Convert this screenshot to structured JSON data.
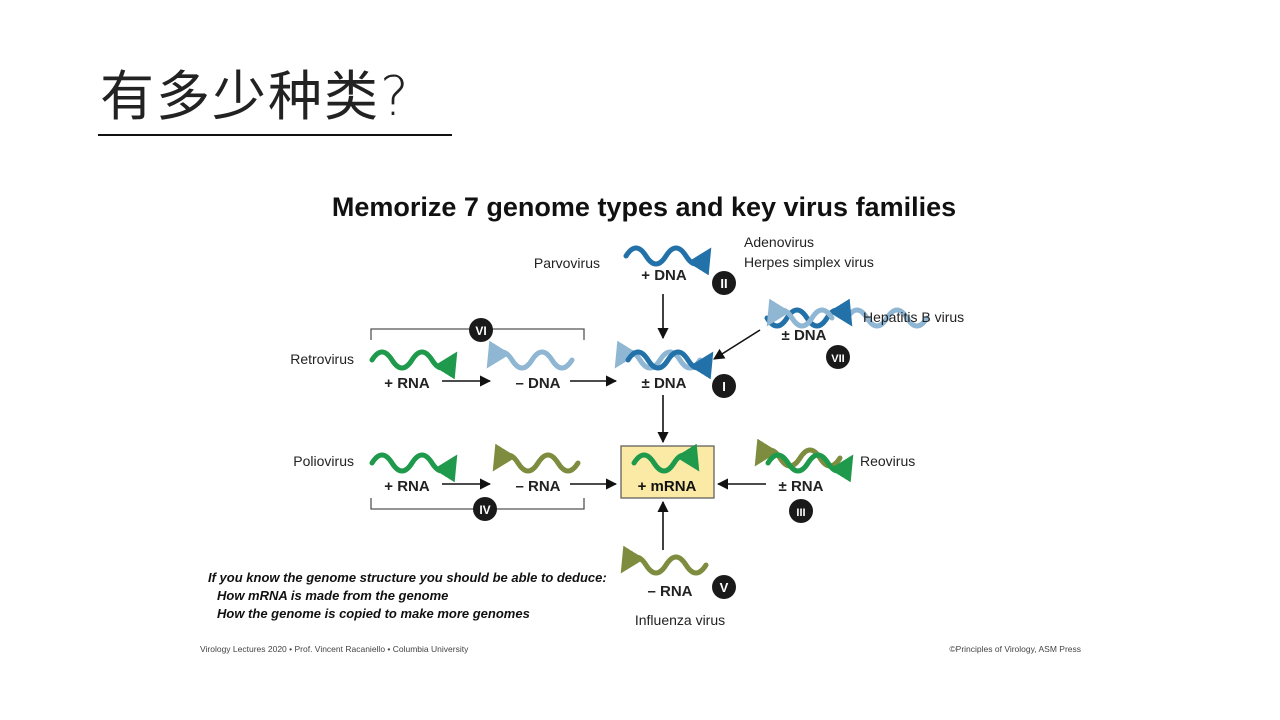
{
  "slide": {
    "title": "有多少种类?"
  },
  "figure": {
    "heading": "Memorize 7 genome types and key virus families",
    "colors": {
      "dna": "#2271a8",
      "dna_light": "#8fb6d2",
      "rna": "#1f9a4c",
      "rna_minus": "#7d8c3e",
      "mrna_box": "#fbeaa6",
      "badge": "#1a1a1a"
    },
    "nodes": {
      "plus_dna": {
        "label": "+ DNA"
      },
      "pm_dna_center": {
        "label": "± DNA"
      },
      "pm_dna_hepb": {
        "label": "± DNA"
      },
      "plus_rna_retro": {
        "label": "+ RNA"
      },
      "minus_dna_retro": {
        "label": "– DNA"
      },
      "plus_rna_polio": {
        "label": "+ RNA"
      },
      "minus_rna_polio": {
        "label": "– RNA"
      },
      "mrna": {
        "label": "+ mRNA"
      },
      "pm_rna_reo": {
        "label": "± RNA"
      },
      "minus_rna_flu": {
        "label": "– RNA"
      }
    },
    "viruses": {
      "parvovirus": "Parvovirus",
      "adenovirus": "Adenovirus",
      "herpes": "Herpes simplex virus",
      "hepatitis_b": "Hepatitis B virus",
      "retrovirus": "Retrovirus",
      "poliovirus": "Poliovirus",
      "reovirus": "Reovirus",
      "influenza": "Influenza virus"
    },
    "classes": {
      "I": "I",
      "II": "II",
      "III": "III",
      "IV": "IV",
      "V": "V",
      "VI": "VI",
      "VII": "VII"
    },
    "notes": {
      "line1": "If you know the genome structure you should be able to deduce:",
      "line2": "How mRNA is made from the genome",
      "line3": "How the genome is copied to make more genomes"
    },
    "footer": {
      "left": "Virology Lectures 2020 • Prof. Vincent Racaniello • Columbia University",
      "right": "©Principles of Virology, ASM Press"
    }
  }
}
